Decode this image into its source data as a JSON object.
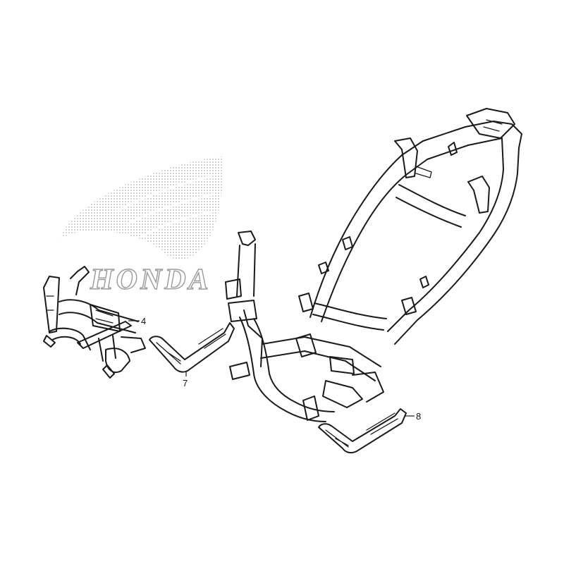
{
  "diagram": {
    "watermark": {
      "brand_text": "HONDA",
      "icon": "wing-logo-icon",
      "dot_color": "#b5b5b5"
    },
    "line_color": "#1a1a1a",
    "callouts": [
      {
        "id": "c4",
        "label": "4"
      },
      {
        "id": "c7",
        "label": "7"
      },
      {
        "id": "c8",
        "label": "8"
      }
    ]
  }
}
